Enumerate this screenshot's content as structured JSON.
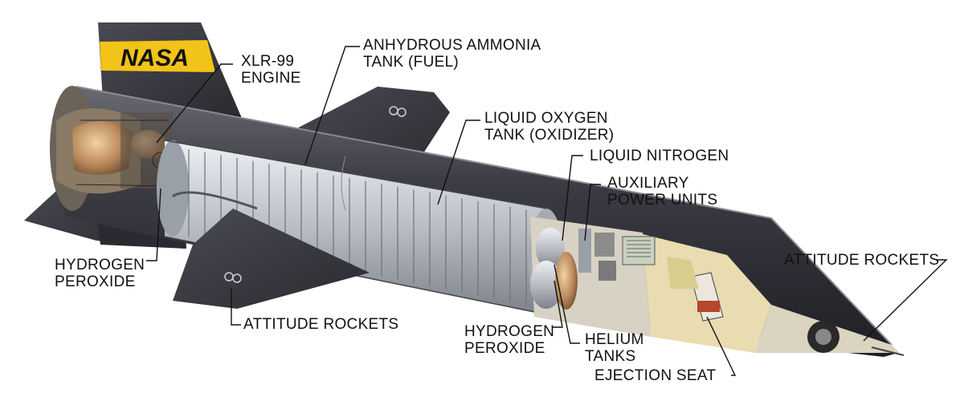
{
  "logo_text": "NASA",
  "colors": {
    "fuselage_dark": "#2f2f35",
    "fuselage_mid": "#55555c",
    "fin_dark": "#3a3a40",
    "nasa_band": "#f2c318",
    "tank_silver": "#c9ccd1",
    "copper": "#b8875a",
    "cockpit_cream": "#e8dcb0",
    "leader_line": "#111111"
  },
  "labels": {
    "xlr99": [
      "XLR-99",
      "ENGINE"
    ],
    "ammonia": [
      "ANHYDROUS AMMONIA",
      "TANK (FUEL)"
    ],
    "lox": [
      "LIQUID OXYGEN",
      "TANK (OXIDIZER)"
    ],
    "nitrogen": [
      "LIQUID NITROGEN"
    ],
    "apu": [
      "AUXILIARY",
      "POWER UNITS"
    ],
    "attitude_nose": [
      "ATTITUDE ROCKETS"
    ],
    "h2o2_left": [
      "HYDROGEN",
      "PEROXIDE"
    ],
    "attitude_tail": [
      "ATTITUDE ROCKETS"
    ],
    "h2o2_mid": [
      "HYDROGEN",
      "PEROXIDE"
    ],
    "helium": [
      "HELIUM",
      "TANKS"
    ],
    "ejection": [
      "EJECTION SEAT"
    ]
  }
}
